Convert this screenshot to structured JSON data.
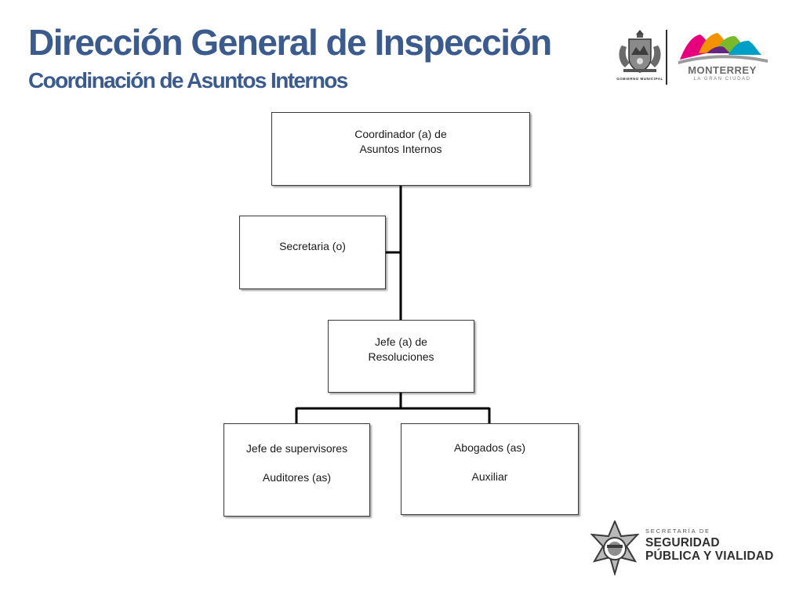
{
  "header": {
    "title": "Dirección General de Inspección",
    "subtitle": "Coordinación de Asuntos Internos"
  },
  "logos": {
    "gobierno_municipal_label": "GOBIERNO MUNICIPAL",
    "monterrey_name": "MONTERREY",
    "monterrey_tagline": "LA GRAN CIUDAD",
    "seguridad_small": "SECRETARÍA DE",
    "seguridad_line1": "SEGURIDAD",
    "seguridad_line2": "PÚBLICA Y VIALIDAD"
  },
  "org_chart": {
    "coordinator": {
      "line1": "Coordinador (a) de",
      "line2": "Asuntos Internos"
    },
    "secretary": {
      "line1": "Secretaria (o)"
    },
    "chief": {
      "line1": "Jefe (a) de",
      "line2": "Resoluciones"
    },
    "supervisors": {
      "line1": "Jefe de supervisores",
      "line2": "Auditores (as)"
    },
    "lawyers": {
      "line1": "Abogados (as)",
      "line2": "Auxiliar"
    }
  },
  "colors": {
    "title": "#3b5b8f",
    "box_border": "#3a3a3a",
    "connector": "#000000"
  }
}
